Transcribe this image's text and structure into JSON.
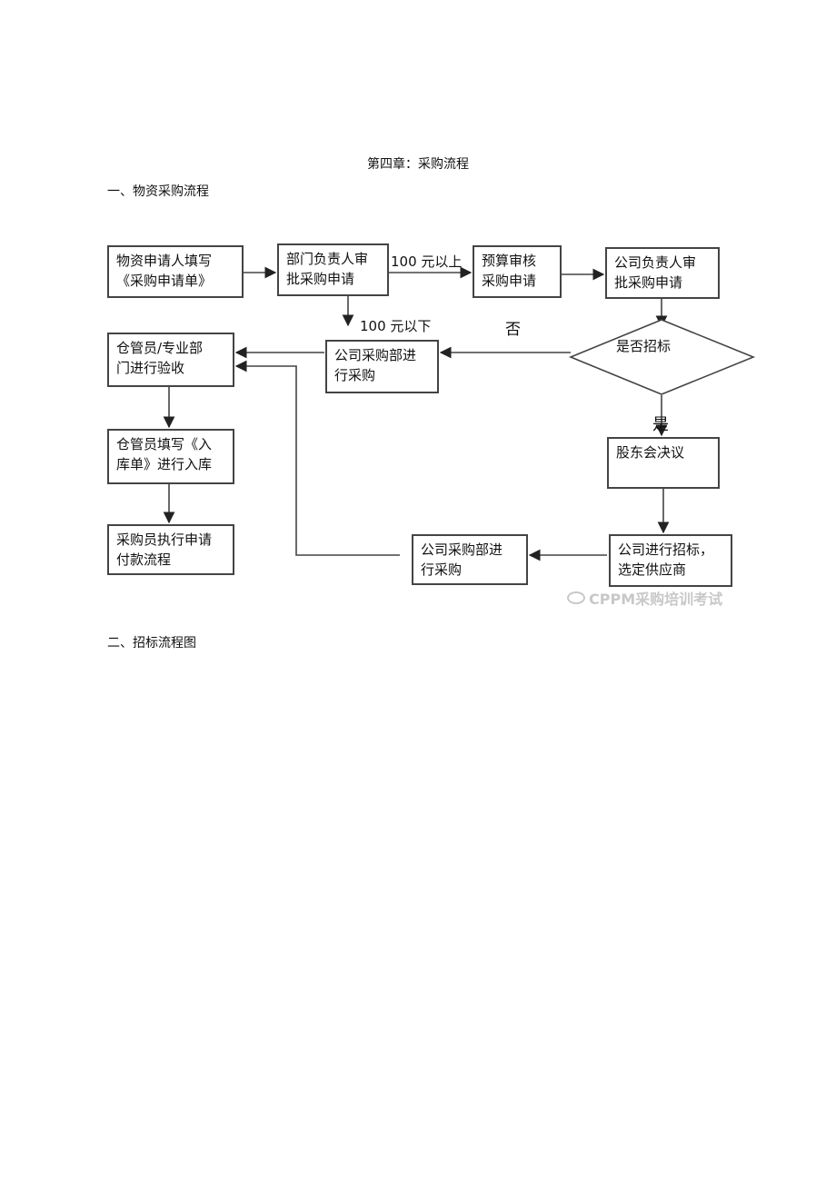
{
  "document": {
    "chapter_title": "第四章：采购流程",
    "section1_heading": "一、物资采购流程",
    "section2_heading": "二、招标流程图"
  },
  "flowchart": {
    "nodes": {
      "applicant_fill": "物资申请人填写\n《采购申请单》",
      "dept_approve": "部门负责人审\n批采购申请",
      "budget_review": "预算审核\n采购申请",
      "company_approve": "公司负责人审\n批采购申请",
      "decision_bidding": "是否招标",
      "shareholder_resolution": "股东会决议",
      "company_bidding": "公司进行招标，\n选定供应商",
      "purchasing_dept_1": "公司采购部进\n行采购",
      "purchasing_dept_2": "公司采购部进\n行采购",
      "warehouse_inspect": "仓管员/专业部\n门进行验收",
      "warehouse_stock_in": "仓管员填写《入\n库单》进行入库",
      "buyer_payment": "采购员执行申请\n付款流程"
    },
    "edge_labels": {
      "over_100": "100 元以上",
      "under_100": "100 元以下",
      "no": "否",
      "yes": "是"
    }
  },
  "watermark": {
    "text": "CPPM采购培训考试",
    "icon": "wechat-logo-icon"
  }
}
